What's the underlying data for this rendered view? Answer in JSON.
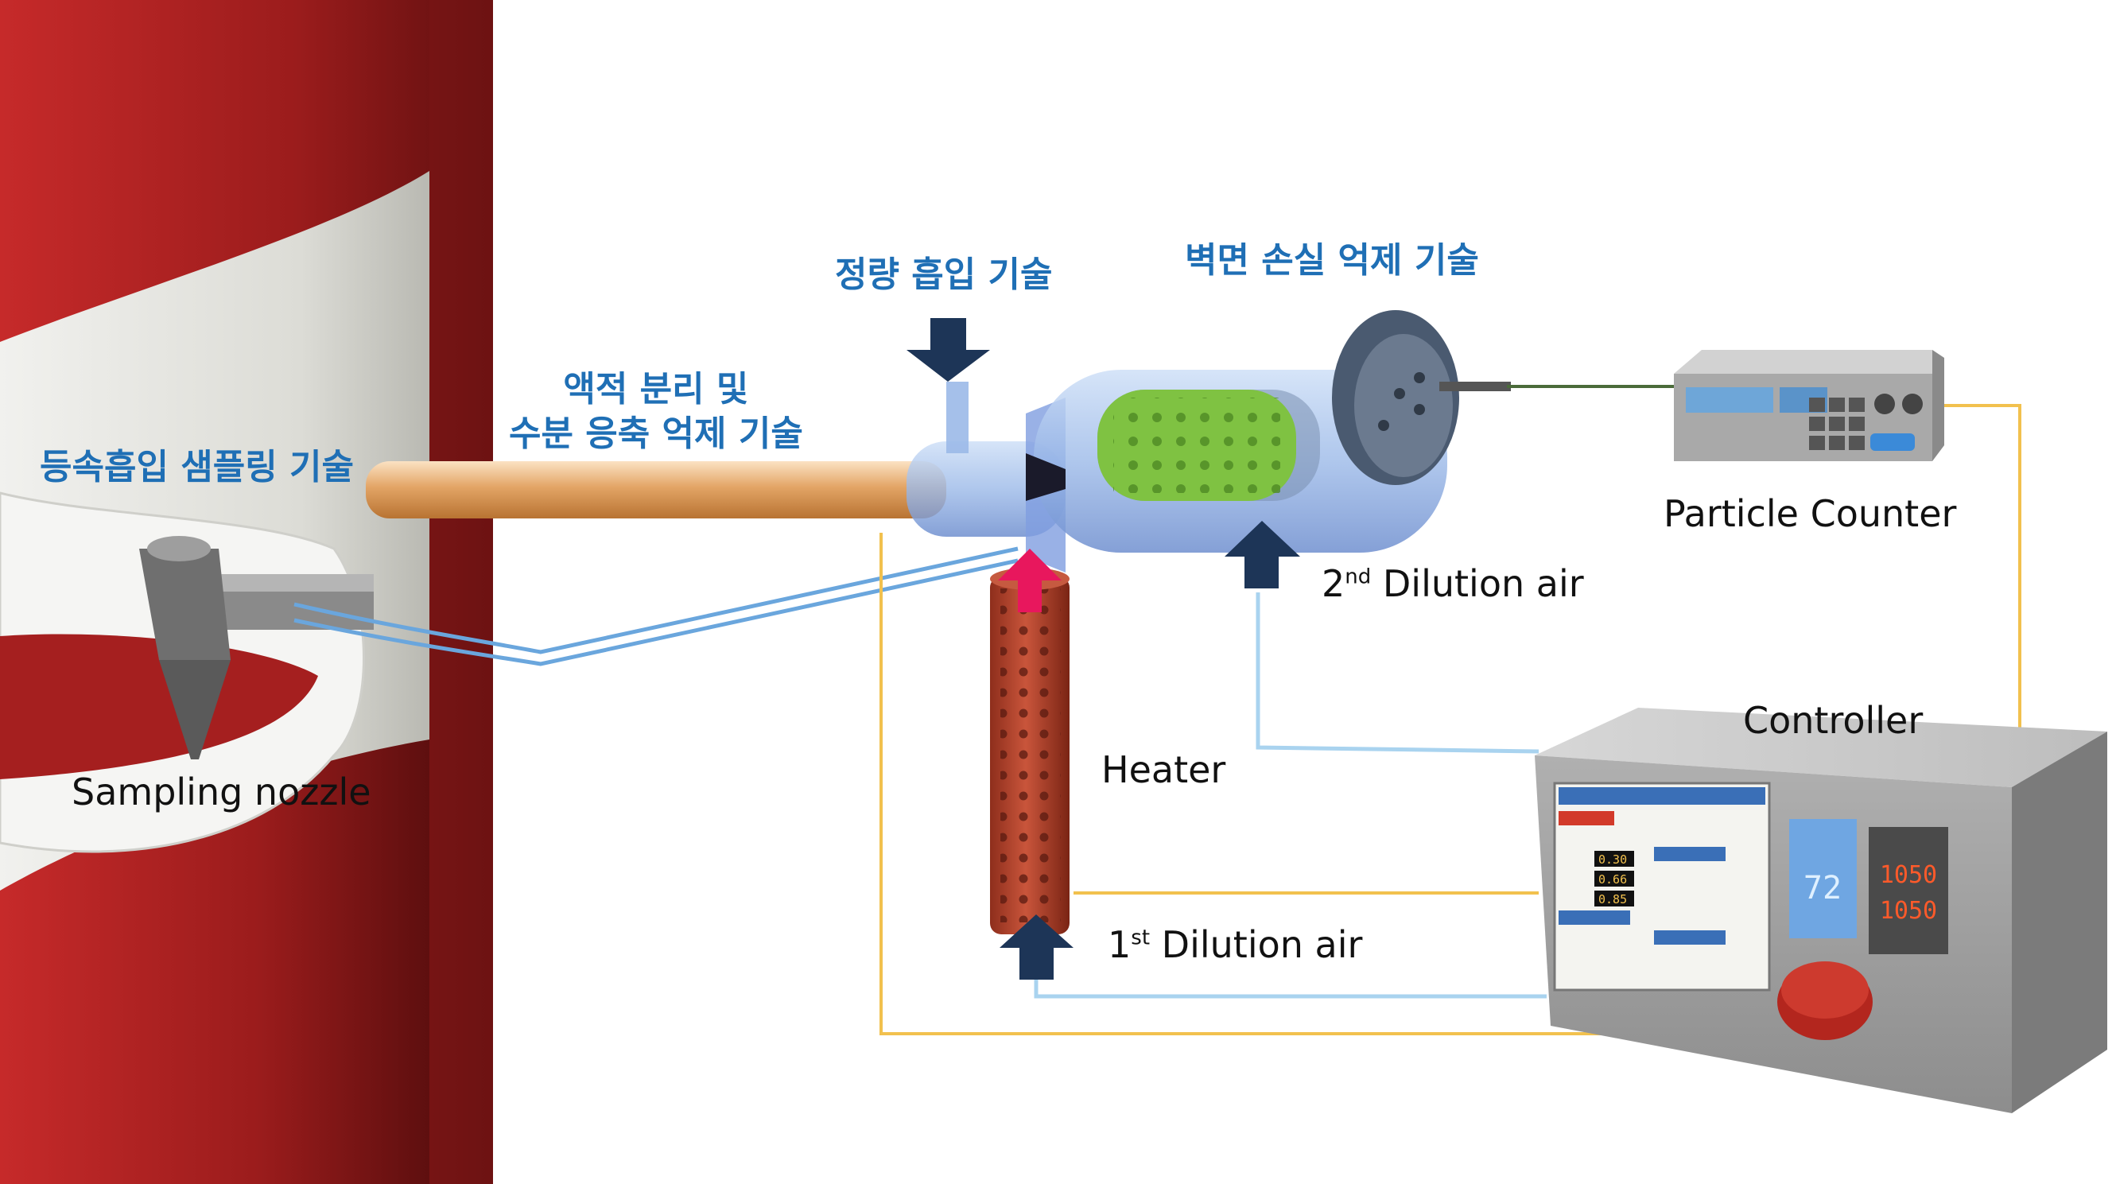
{
  "labels": {
    "isokinetic_sampling": "등속흡입 샘플링 기술",
    "separation_line1": "액적 분리 및",
    "separation_line2": "수분 응축 억제 기술",
    "constant_flow": "정량 흡입 기술",
    "wall_loss": "벽면 손실 억제 기술",
    "sampling_nozzle": "Sampling nozzle",
    "heater": "Heater",
    "first_dilution_num": "1",
    "first_dilution_sup": "st",
    "first_dilution_text": " Dilution air",
    "second_dilution_num": "2",
    "second_dilution_sup": "nd",
    "second_dilution_text": " Dilution air",
    "particle_counter": "Particle Counter",
    "controller": "Controller"
  },
  "controller_display": {
    "meter_values": [
      "0.30",
      "0.66",
      "0.85"
    ],
    "panel_temp": "72",
    "pv": "1050",
    "sv": "1050"
  },
  "colors": {
    "korean_label": "#1f6fb5",
    "arrow_navy": "#1d3557",
    "arrow_pink": "#e8175d",
    "heater_red": "#b0402a",
    "filter_green": "#7fc242",
    "signal_line": "#f2c14e",
    "air_line": "#a9d3ef",
    "stack_red": "#9b1c1c"
  }
}
